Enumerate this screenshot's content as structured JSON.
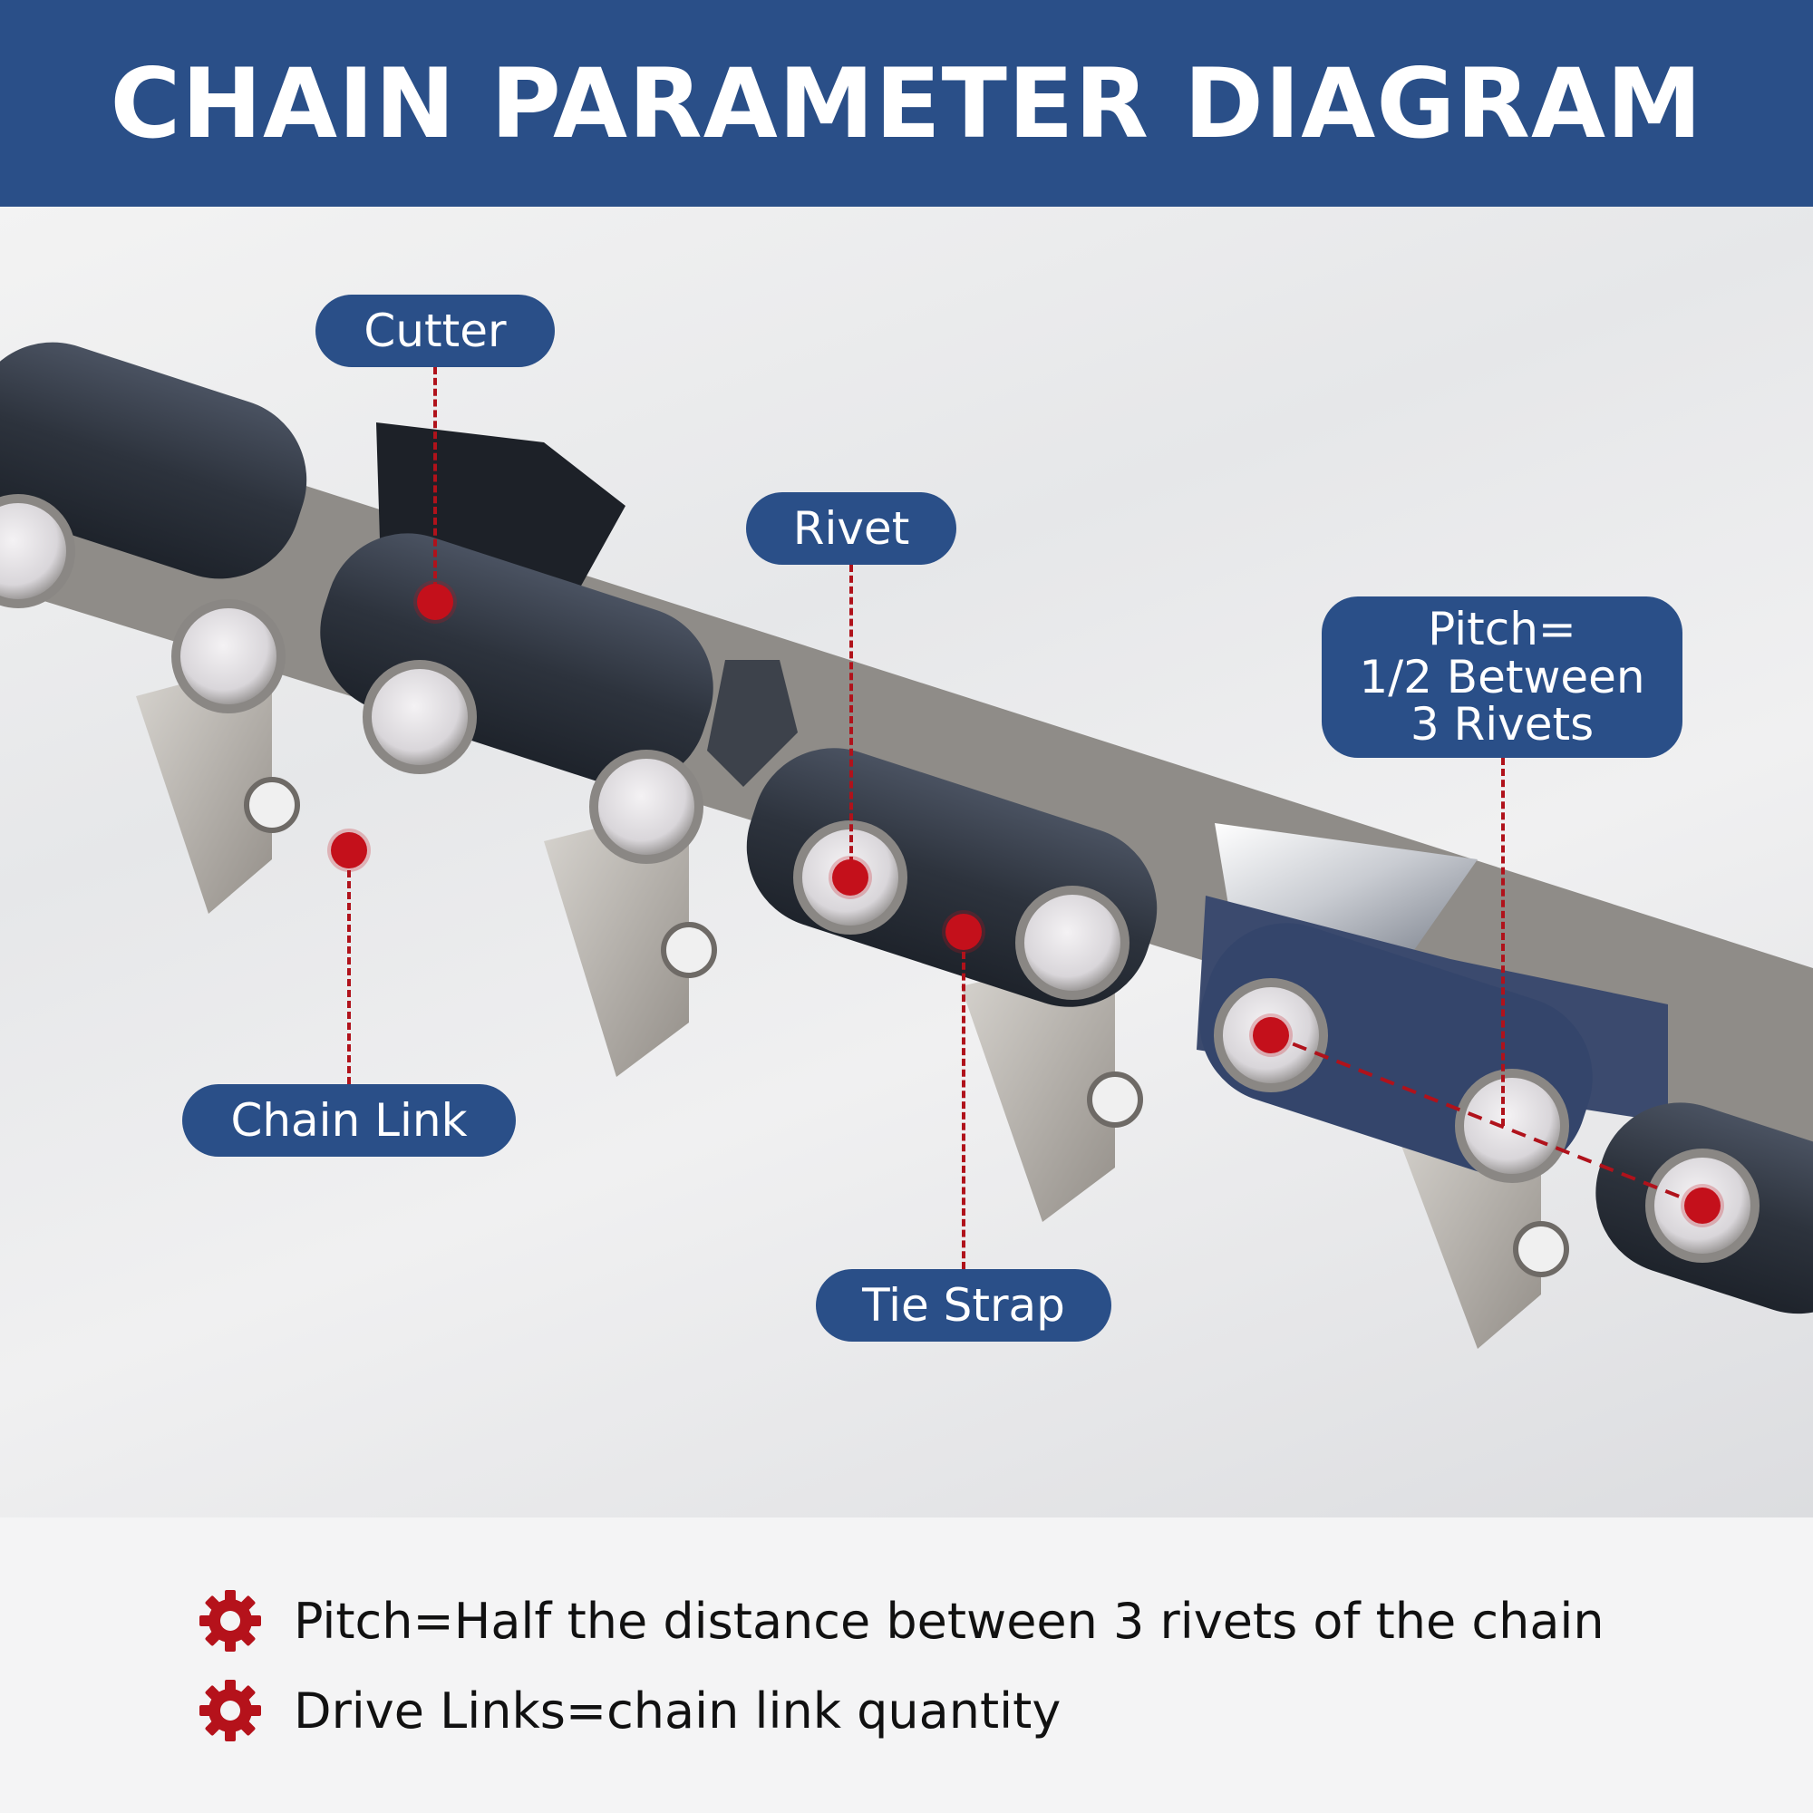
{
  "header": {
    "title": "CHAIN PARAMETER DIAGRAM"
  },
  "labels": {
    "cutter": "Cutter",
    "rivet": "Rivet",
    "pitch": "Pitch=\n1/2 Between\n3 Rivets",
    "chain_link": "Chain Link",
    "tie_strap": "Tie Strap"
  },
  "notes": [
    {
      "icon": "gear-icon",
      "text": "Pitch=Half the distance between 3 rivets of the chain"
    },
    {
      "icon": "gear-icon",
      "text": "Drive Links=chain link quantity"
    }
  ],
  "colors": {
    "brand_blue": "#2a4f88",
    "marker_red": "#c4101b",
    "link_dark": "#2f3540",
    "steel": "#b9b6b2"
  }
}
